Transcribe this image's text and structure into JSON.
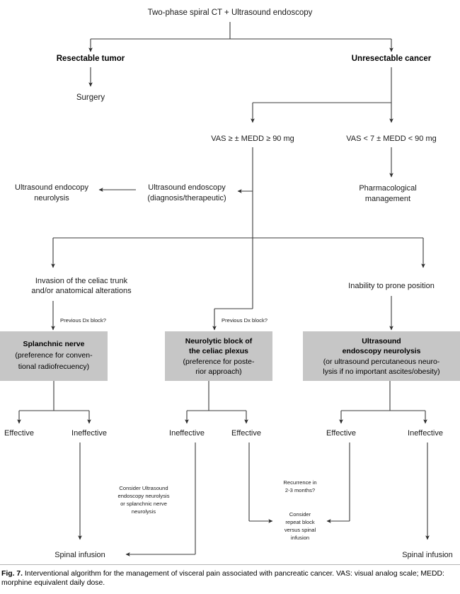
{
  "figure": {
    "number": "Fig. 7.",
    "caption": "Interventional algorithm for the management of visceral pain associated with pancreatic cancer. VAS: visual analog scale; MEDD: morphine equivalent daily dose."
  },
  "colors": {
    "box_fill": "#c6c6c6",
    "line": "#3a3a3a",
    "text": "#000000",
    "background": "#ffffff"
  },
  "chart_data": {
    "type": "diagram",
    "title": "Interventional algorithm for the management of visceral pain associated with pancreatic cancer"
  },
  "nodes": {
    "root": "Two-phase spiral CT + Ultrasound endoscopy",
    "resectable": "Resectable tumor",
    "unresectable": "Unresectable cancer",
    "surgery": "Surgery",
    "vas_high": "VAS ≥ ± MEDD ≥ 90 mg",
    "vas_low": "VAS < 7 ± MEDD < 90 mg",
    "us_endoscopy_l1": "Ultrasound endoscopy",
    "us_endoscopy_l2": "(diagnosis/therapeutic)",
    "us_endocopy_neuro_l1": "Ultrasound endocopy",
    "us_endocopy_neuro_l2": "neurolysis",
    "pharm_l1": "Pharmacological",
    "pharm_l2": "management",
    "invasion_l1": "Invasion of the celiac trunk",
    "invasion_l2": "and/or anatomical alterations",
    "inability": "Inability to prone position",
    "prev_dx_block_left": "Previous Dx block?",
    "prev_dx_block_mid": "Previous Dx block?"
  },
  "boxes": [
    {
      "id": "splanchnic",
      "lines": [
        {
          "text": "Splanchnic nerve",
          "bold": true
        },
        {
          "text": "(preference for conven-",
          "bold": false
        },
        {
          "text": "tional radiofrecuency)",
          "bold": false
        }
      ]
    },
    {
      "id": "neurolytic-celiac",
      "lines": [
        {
          "text": "Neurolytic block of",
          "bold": true
        },
        {
          "text": "the celiac plexus",
          "bold": true
        },
        {
          "text": "(preference for poste-",
          "bold": false
        },
        {
          "text": "rior approach)",
          "bold": false
        }
      ]
    },
    {
      "id": "ultrasound-endoscopy-neurolysis",
      "lines": [
        {
          "text": "Ultrasound",
          "bold": true
        },
        {
          "text": "endoscopy neurolysis",
          "bold": true
        },
        {
          "text": "(or ultrasound percutaneous neuro-",
          "bold": false
        },
        {
          "text": "lysis if no important ascites/obesity)",
          "bold": false
        }
      ]
    }
  ],
  "outcomes": {
    "effective": "Effective",
    "ineffective": "Ineffective",
    "o1": "Effective",
    "o2": "Ineffective",
    "o3": "Ineffective",
    "o4": "Effective",
    "o5": "Effective",
    "o6": "Ineffective"
  },
  "notes": {
    "consider_l1": "Consider Ultrasound",
    "consider_l2": "endoscopy neurolysis",
    "consider_l3": "or splanchnic nerve",
    "consider_l4": "neurolysis",
    "recurrence_l1": "Recurrence in",
    "recurrence_l2": "2-3 months?",
    "repeat_l1": "Consider",
    "repeat_l2": "repeat block",
    "repeat_l3": "versus spinal",
    "repeat_l4": "infusion"
  },
  "terminals": {
    "spinal_left": "Spinal infusion",
    "spinal_right": "Spinal infusion"
  }
}
